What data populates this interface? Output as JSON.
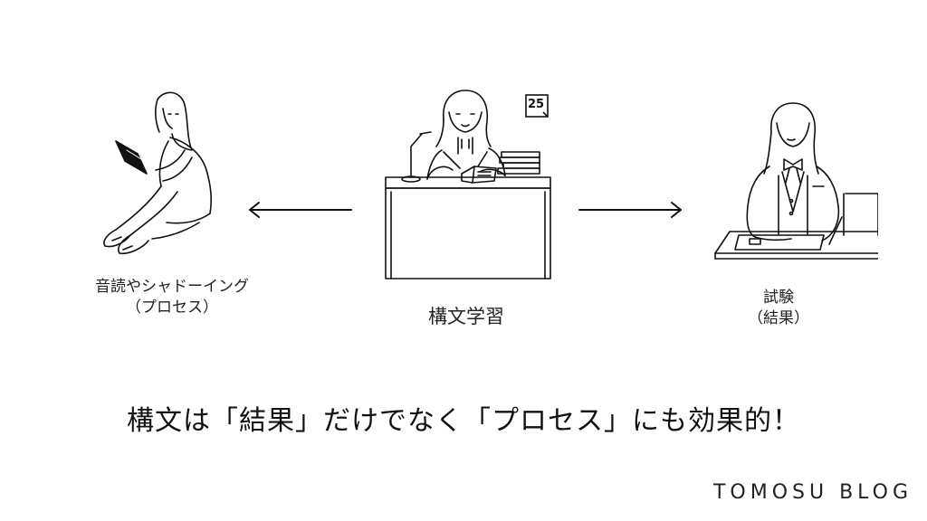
{
  "diagram": {
    "left": {
      "line1": "音読やシャドーイング",
      "line2": "（プロセス）",
      "icon": "woman-reading-icon"
    },
    "center": {
      "label": "構文学習",
      "icon": "student-desk-icon",
      "badge": "25"
    },
    "right": {
      "line1": "試験",
      "line2": "（結果）",
      "icon": "exam-taker-icon"
    },
    "arrows": [
      "arrow-left",
      "arrow-right"
    ]
  },
  "headline": "構文は「結果」だけでなく「プロセス」にも効果的！",
  "brand": "TOMOSU BLOG"
}
